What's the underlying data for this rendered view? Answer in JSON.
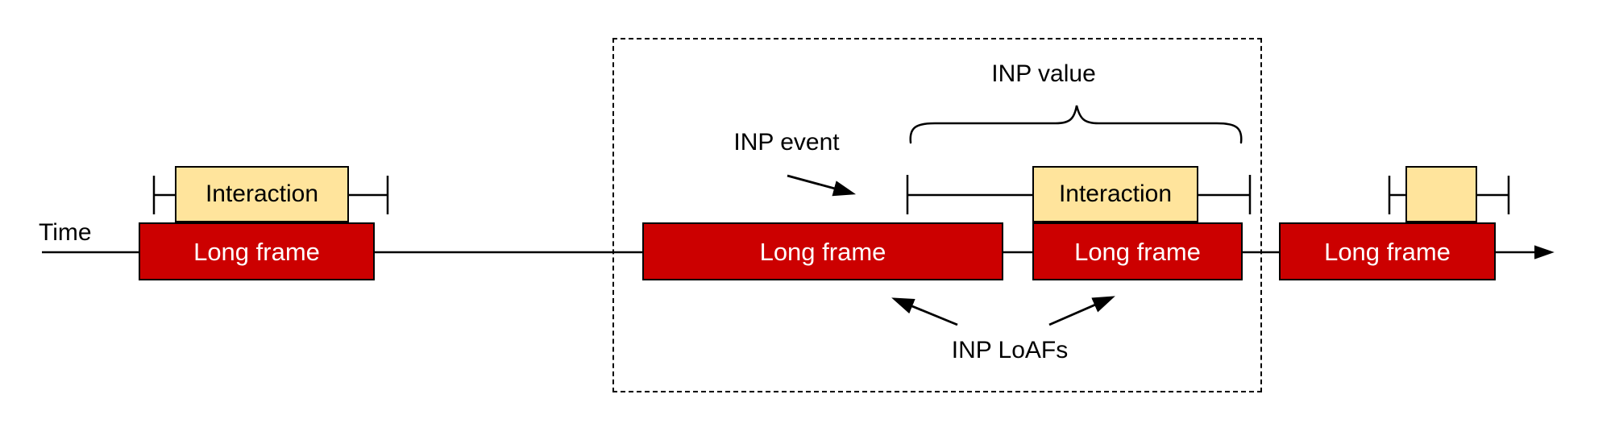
{
  "diagram": {
    "title_concept": "INP interaction and Long Animation Frames timeline",
    "axis_label": "Time"
  },
  "frames": [
    {
      "label": "Long frame"
    },
    {
      "label": "Long frame"
    },
    {
      "label": "Long frame"
    },
    {
      "label": "Long frame"
    }
  ],
  "interactions": [
    {
      "label": "Interaction"
    },
    {
      "label": "Interaction"
    },
    {
      "label": ""
    }
  ],
  "annotations": {
    "inp_event": "INP event",
    "inp_value": "INP value",
    "inp_loafs": "INP LoAFs"
  },
  "colors": {
    "long_frame_fill": "#cc0000",
    "long_frame_text": "#ffffff",
    "interaction_fill": "#ffe49c",
    "stroke": "#000000",
    "background": "#ffffff"
  }
}
